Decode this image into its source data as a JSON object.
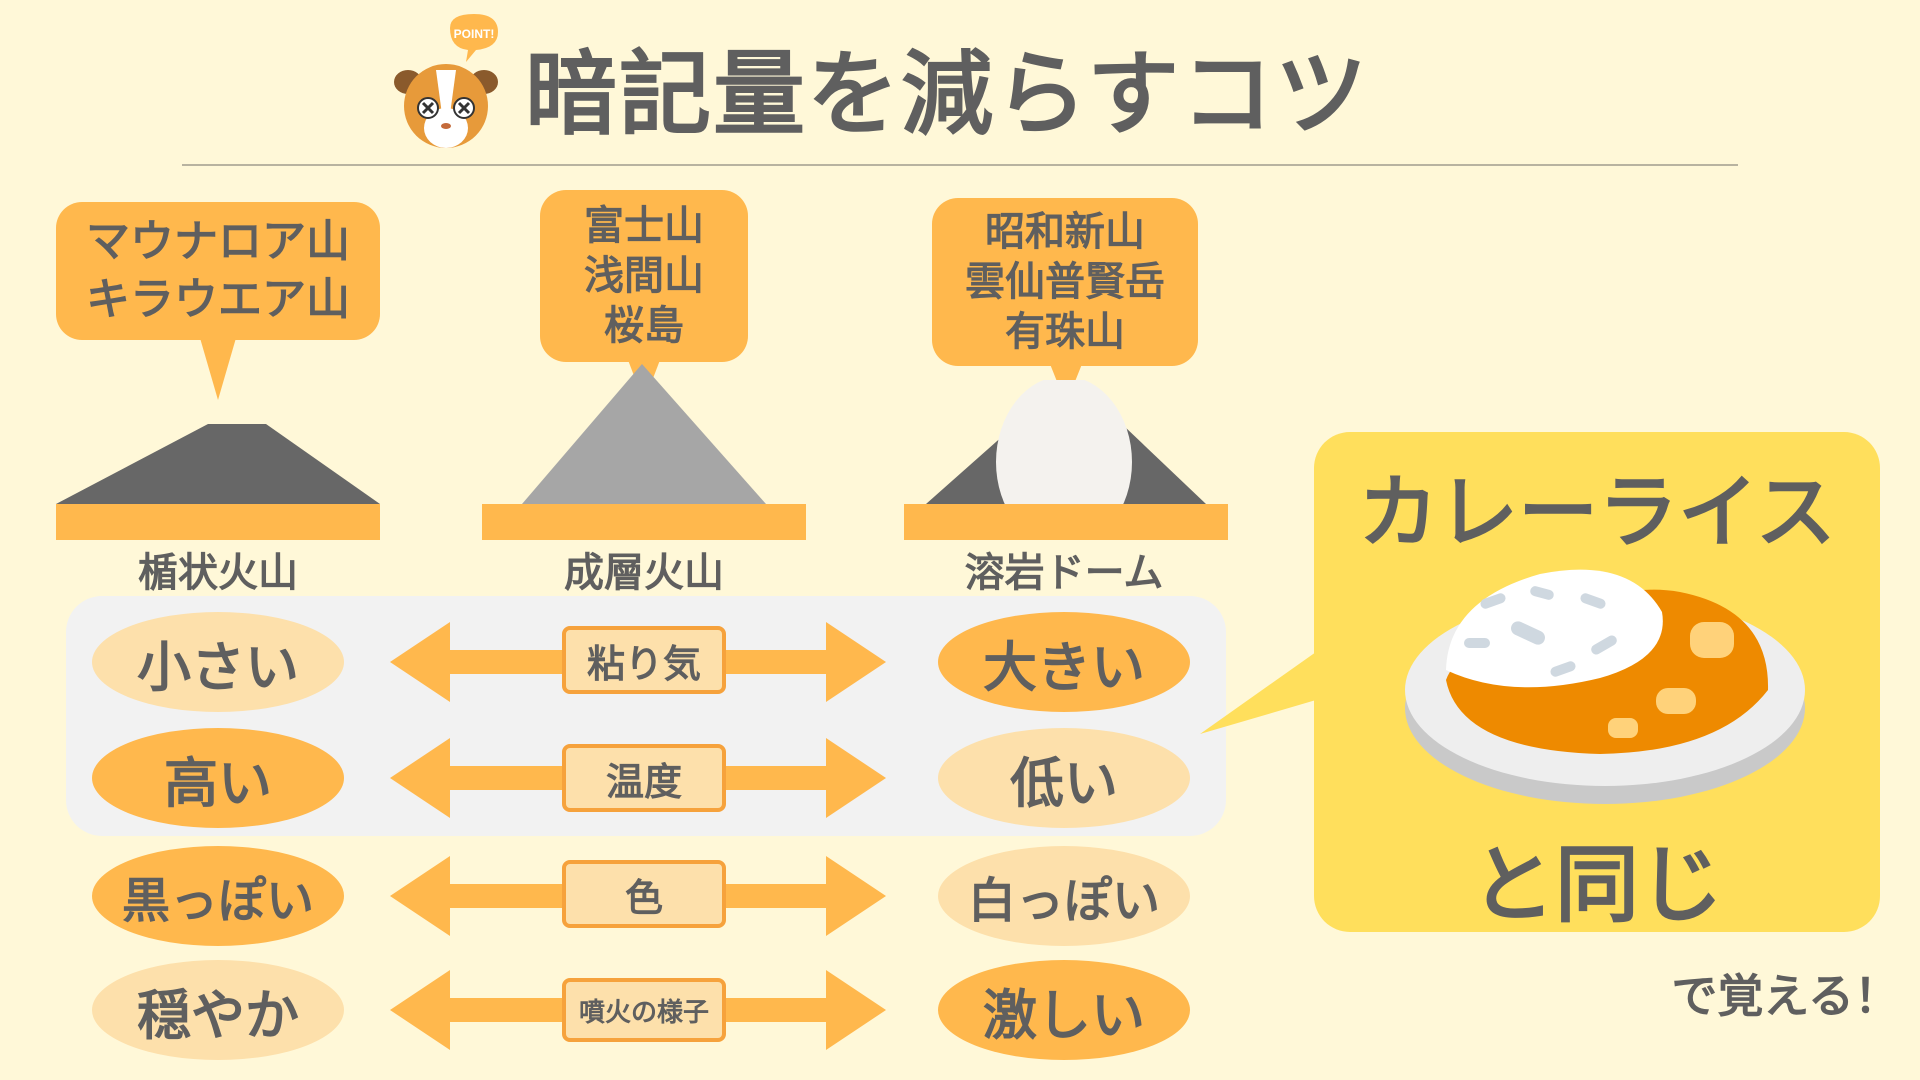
{
  "header": {
    "title": "暗記量を減らすコツ",
    "badge": "POINT!"
  },
  "volcanoes": [
    {
      "examples": [
        "マウナロア山",
        "キラウエア山"
      ],
      "type": "楯状火山"
    },
    {
      "examples": [
        "富士山",
        "浅間山",
        "桜島"
      ],
      "type": "成層火山"
    },
    {
      "examples": [
        "昭和新山",
        "雲仙普賢岳",
        "有珠山"
      ],
      "type": "溶岩ドーム"
    }
  ],
  "comparisons": [
    {
      "property": "粘り気",
      "left": "小さい",
      "right": "大きい"
    },
    {
      "property": "温度",
      "left": "高い",
      "right": "低い"
    },
    {
      "property": "色",
      "left": "黒っぽい",
      "right": "白っぽい"
    },
    {
      "property": "噴火の様子",
      "left": "穏やか",
      "right": "激しい"
    }
  ],
  "mnemonic": {
    "top": "カレーライス",
    "bottom": "と同じ",
    "note": "で覚える！"
  },
  "colors": {
    "background": "#fff8d8",
    "orange": "#ffb84d",
    "light_orange": "#fde0ab",
    "yellow": "#ffdf5c",
    "text": "#5f5f5f"
  }
}
